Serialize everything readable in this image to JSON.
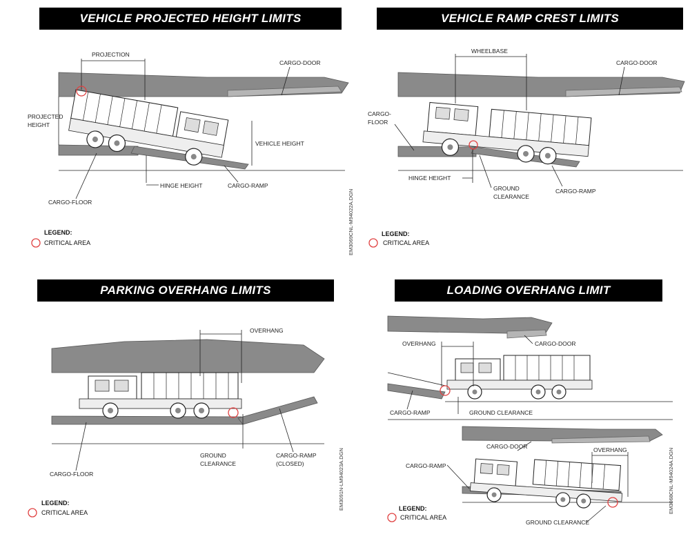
{
  "panels": {
    "height": {
      "title": "VEHICLE PROJECTED HEIGHT LIMITS",
      "labels": {
        "projection": "PROJECTION",
        "cargo_door": "CARGO-DOOR",
        "projected_height": "PROJECTED",
        "projected_height_2": "HEIGHT",
        "vehicle_height": "VEHICLE HEIGHT",
        "hinge_height": "HINGE HEIGHT",
        "cargo_ramp": "CARGO-RAMP",
        "cargo_floor": "CARGO-FLOOR"
      },
      "legend_title": "LEGEND:",
      "legend_item": "CRITICAL AREA",
      "code": "EM3069CNL-M94022A.DGN"
    },
    "crest": {
      "title": "VEHICLE RAMP CREST LIMITS",
      "labels": {
        "wheelbase": "WHEELBASE",
        "cargo_door": "CARGO-DOOR",
        "cargo_floor": "CARGO-",
        "cargo_floor_2": "FLOOR",
        "hinge_height": "HINGE HEIGHT",
        "ground_clearance": "GROUND",
        "ground_clearance_2": "CLEARANCE",
        "cargo_ramp": "CARGO-RAMP"
      },
      "legend_title": "LEGEND:",
      "legend_item": "CRITICAL AREA"
    },
    "parking": {
      "title": "PARKING OVERHANG LIMITS",
      "labels": {
        "overhang": "OVERHANG",
        "cargo_floor": "CARGO-FLOOR",
        "ground_clearance": "GROUND",
        "ground_clearance_2": "CLEARANCE",
        "cargo_ramp": "CARGO-RAMP",
        "cargo_ramp_2": "(CLOSED)"
      },
      "legend_title": "LEGEND:",
      "legend_item": "CRITICAL AREA",
      "code": "EM3091N-LM94023A.DGN"
    },
    "loading": {
      "title": "LOADING OVERHANG LIMIT",
      "labels": {
        "overhang": "OVERHANG",
        "cargo_door": "CARGO-DOOR",
        "cargo_ramp": "CARGO-RAMP",
        "ground_clearance": "GROUND CLEARANCE",
        "cargo_door_b": "CARGO-DOOR",
        "overhang_b": "OVERHANG",
        "cargo_ramp_b": "CARGO-RAMP",
        "ground_clearance_b": "GROUND CLEARANCE"
      },
      "legend_title": "LEGEND:",
      "legend_item": "CRITICAL AREA",
      "code": "EM3068CNL-M94024A.DGN"
    }
  }
}
